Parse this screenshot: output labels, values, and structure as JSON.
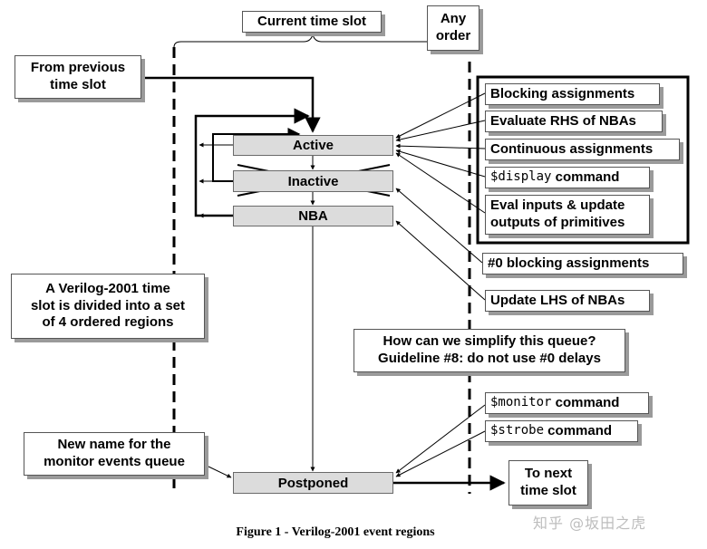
{
  "diagram": {
    "current_time_slot": "Current time slot",
    "any_order": "Any\norder",
    "from_previous": "From previous\ntime slot",
    "regions": {
      "active": "Active",
      "inactive": "Inactive",
      "nba": "NBA",
      "postponed": "Postponed"
    },
    "events": {
      "blocking": "Blocking assignments",
      "eval_rhs": "Evaluate RHS of NBAs",
      "continuous": "Continuous assignments",
      "display_code": "$display",
      "display_text": " command",
      "eval_inputs": "Eval inputs & update\noutputs of primitives",
      "zero_blocking": "#0 blocking assignments",
      "update_lhs": "Update LHS of NBAs",
      "monitor_code": "$monitor",
      "monitor_text": " command",
      "strobe_code": "$strobe",
      "strobe_text": " command"
    },
    "notes": {
      "verilog_2001": "A Verilog-2001 time\nslot is divided into a set\nof 4 ordered regions",
      "simplify": "How can we simplify this queue?\nGuideline #8: do not use #0 delays",
      "new_name": "New name for the\nmonitor events queue"
    },
    "to_next": "To next\ntime slot",
    "caption": "Figure 1 - Verilog-2001 event regions",
    "watermark": "知乎 @坂田之虎"
  }
}
